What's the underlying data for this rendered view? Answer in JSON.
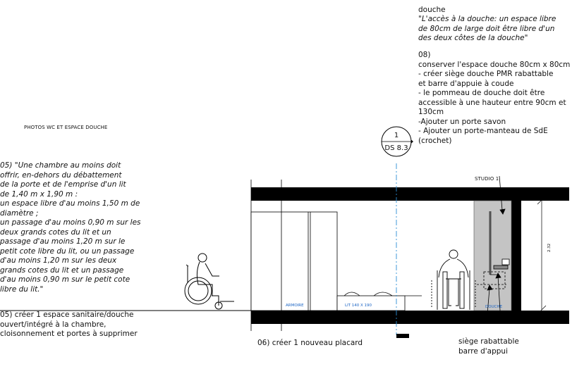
{
  "notes": {
    "photos_heading": "PHOTOS WC ET ESPACE DOUCHE",
    "note_05_quote": "05) \"Une chambre au moins doit\noffrir, en-dehors du débattement\nde la porte et de l'emprise d'un lit\nde 1,40 m x 1,90 m :\nun espace libre d'au moins 1,50 m de\ndiamètre ;\nun passage d'au moins 0,90 m sur les\ndeux grands cotes du lit et un\npassage d'au moins 1,20 m sur le\npetit cote libre du lit, ou un passage\nd'au moins 1,20 m sur les deux\ngrands cotes du lit et un passage\nd'au moins 0,90 m sur le petit cote\nlibre du lit.\"",
    "note_05_action": "05) créer 1 espace sanitaire/douche\nouvert/intégré à la chambre,\ncloisonnement et portes à supprimer",
    "shower_title": "douche",
    "shower_quote": "\"L'accès à la douche: un espace libre\nde 80cm de large doit être libre d'un\ndes deux côtes de la douche\"",
    "note_08": "08)\nconserver l'espace douche 80cm x 80cm\n- créer siège douche PMR rabattable\net barre d'appuie à coude\n- le pommeau de douche doit être\naccessible à une hauteur entre 90cm et\n130cm\n-Ajouter un porte savon\n- Ajouter un porte-manteau de SdE\n(crochet)",
    "note_06": "06) créer 1 nouveau placard",
    "seat_note": "siège rabattable\nbarre d'appui"
  },
  "section_marker": {
    "number": "1",
    "sheet": "DS 8.3"
  },
  "labels": {
    "studio": "STUDIO 1",
    "armoire": "ARMOIRE",
    "lit": "LIT 140 X 190",
    "douche": "DOUCHE",
    "height_dim": "2.32"
  }
}
